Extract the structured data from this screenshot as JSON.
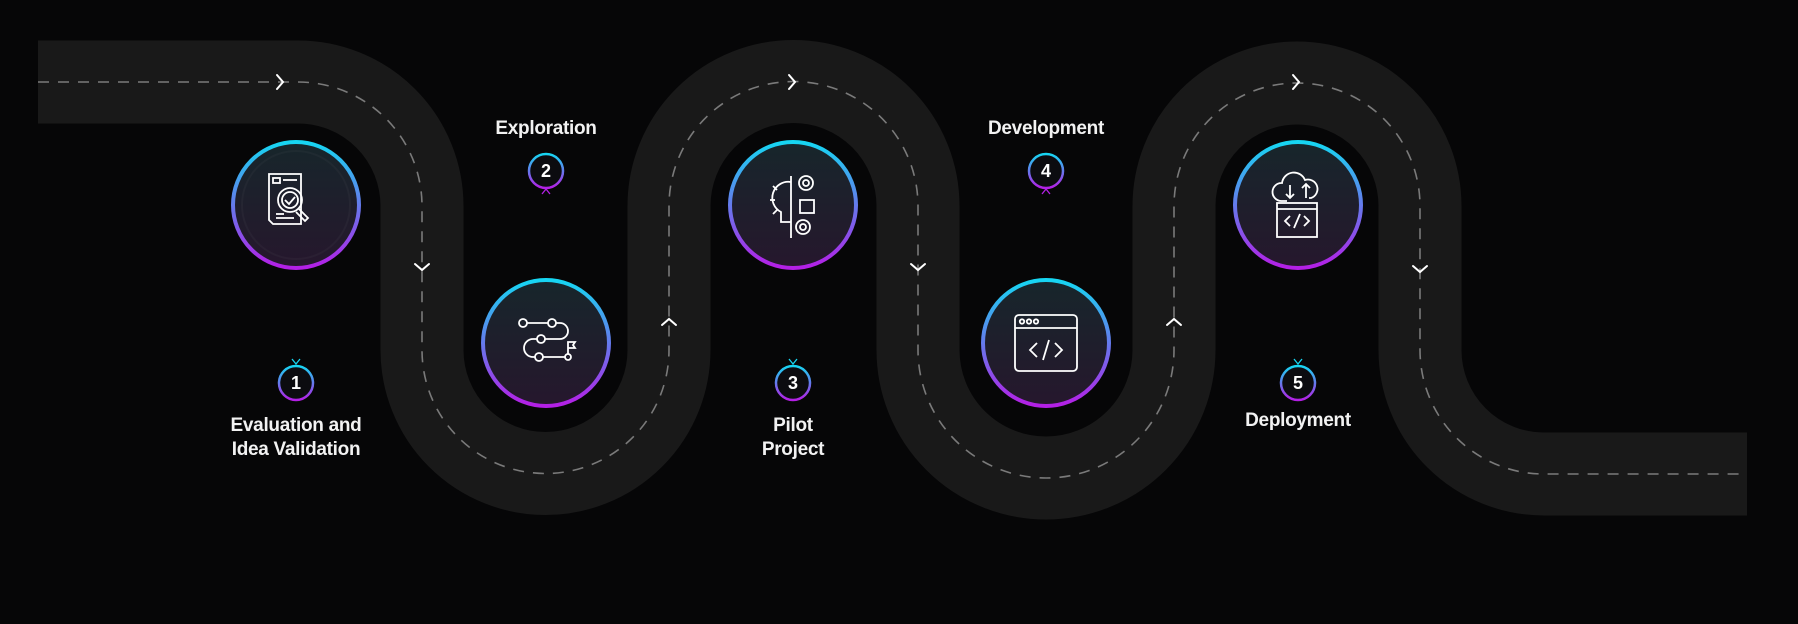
{
  "colors": {
    "background": "#060607",
    "road": "#191919",
    "dash": "#7a7a7a",
    "ring_top": "#16d6f2",
    "ring_bottom": "#b41fe6"
  },
  "steps": [
    {
      "number": "1",
      "label_line1": "Evaluation and",
      "label_line2": "Idea Validation",
      "icon": "document-search-check-icon"
    },
    {
      "number": "2",
      "label_line1": "Exploration",
      "label_line2": "",
      "icon": "route-flag-icon"
    },
    {
      "number": "3",
      "label_line1": "Pilot",
      "label_line2": "Project",
      "icon": "lightbulb-gears-icon"
    },
    {
      "number": "4",
      "label_line1": "Development",
      "label_line2": "",
      "icon": "browser-code-icon"
    },
    {
      "number": "5",
      "label_line1": "Deployment",
      "label_line2": "",
      "icon": "cloud-upload-code-icon"
    }
  ]
}
